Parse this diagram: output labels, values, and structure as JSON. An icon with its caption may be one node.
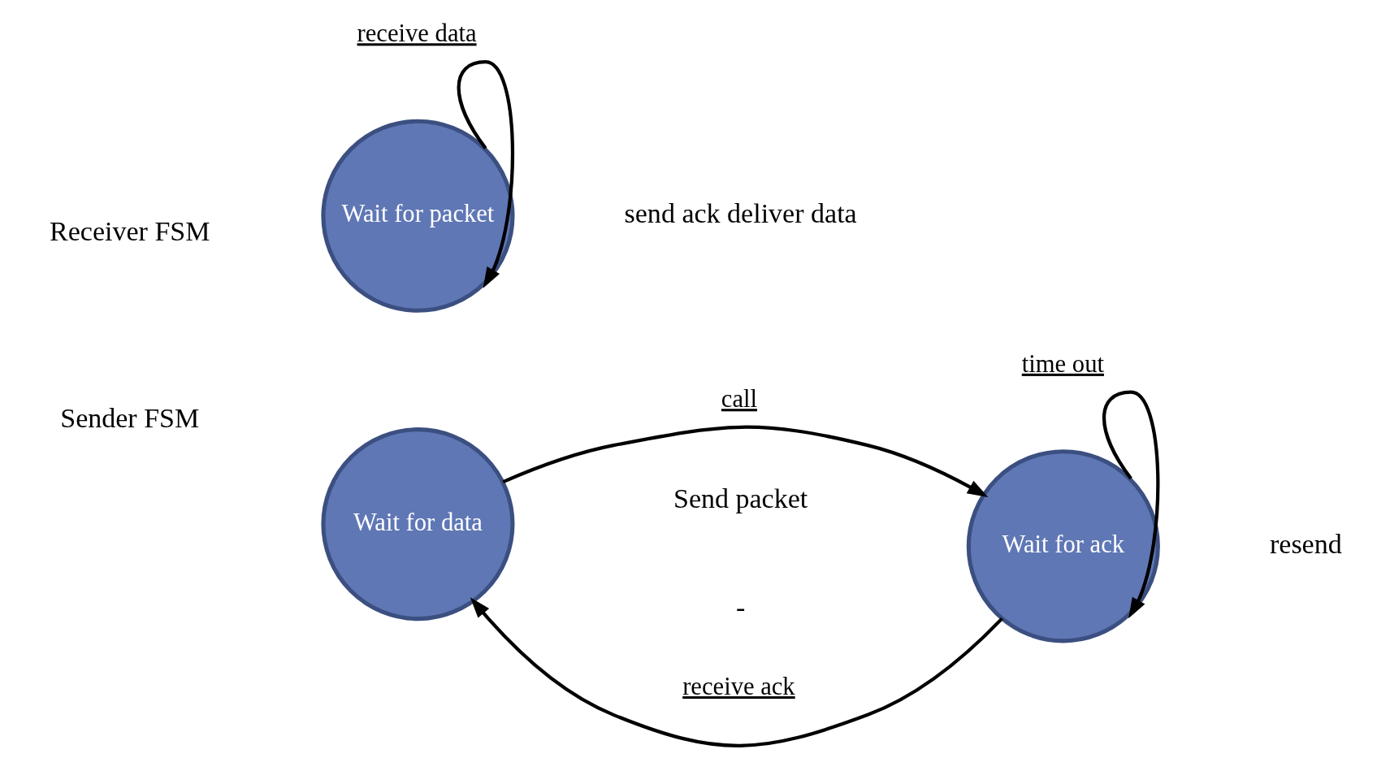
{
  "diagram": {
    "nodes": [
      {
        "text": [
          "Wait for packet"
        ]
      },
      {
        "text": [
          "Wait for data"
        ]
      },
      {
        "text": [
          "Wait for ack"
        ]
      }
    ],
    "edges": [
      {
        "from": 0,
        "to": 0,
        "arrow": "to",
        "label": "receive data"
      },
      {
        "from": 1,
        "to": 2,
        "arrow": "to",
        "label": "call"
      },
      {
        "from": 2,
        "to": 1,
        "arrow": "to",
        "label": "receive ack"
      },
      {
        "from": 2,
        "to": 2,
        "arrow": "to",
        "label": "time out"
      }
    ],
    "labels": [
      "Receiver FSM",
      "send ack deliver data",
      "Send packet",
      "Sender FSM",
      "resend",
      "-"
    ]
  }
}
